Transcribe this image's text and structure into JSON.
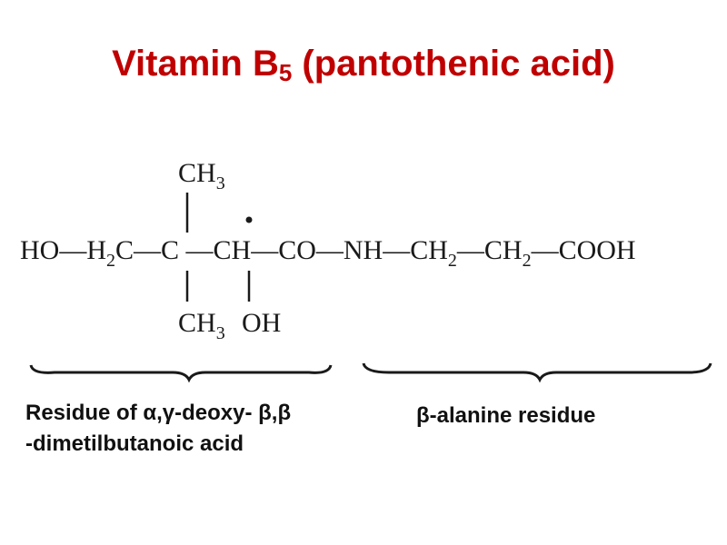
{
  "title": {
    "main": "Vitamin B",
    "subscript": "5",
    "rest": " (pantothenic acid)"
  },
  "formula": {
    "ch3_top": "CH",
    "ch3_top_sub": "3",
    "chain_ho": "HO—H",
    "chain_h2_sub": "2",
    "chain_c": "C—C —CH—CO—NH—CH",
    "chain_sub_a": "2",
    "chain_mid": "—CH",
    "chain_sub_b": "2",
    "chain_end": "—COOH",
    "ch3_bottom": "CH",
    "ch3_bottom_sub": "3",
    "oh_bottom": "OH"
  },
  "labels": {
    "left_line1": "Residue of α,γ-deoxy- β,β",
    "left_line2": "-dimetilbutanoic acid",
    "right": "β-alanine residue"
  },
  "colors": {
    "title": "#c00000",
    "text": "#111111"
  }
}
